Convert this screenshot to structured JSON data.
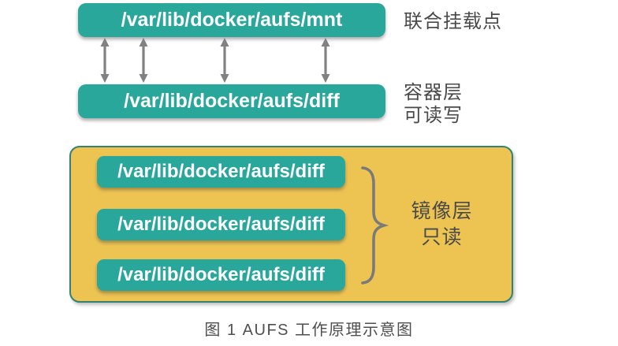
{
  "diagram": {
    "union_mount": {
      "path": "/var/lib/docker/aufs/mnt",
      "label": "联合挂载点"
    },
    "container_layer": {
      "path": "/var/lib/docker/aufs/diff",
      "label_line1": "容器层",
      "label_line2": "可读写"
    },
    "image_layers": {
      "boxes": [
        "/var/lib/docker/aufs/diff",
        "/var/lib/docker/aufs/diff",
        "/var/lib/docker/aufs/diff"
      ],
      "label_line1": "镜像层",
      "label_line2": "只读"
    },
    "caption": "图 1 AUFS 工作原理示意图"
  },
  "colors": {
    "box_teal": "#2AA79B",
    "panel_yellow": "#EDC452",
    "panel_border": "#338273",
    "arrow_gray": "#818181",
    "brace_gray": "#7A7A7A",
    "label_gray": "#4A4A4A",
    "caption_gray": "#4F4F4F"
  }
}
